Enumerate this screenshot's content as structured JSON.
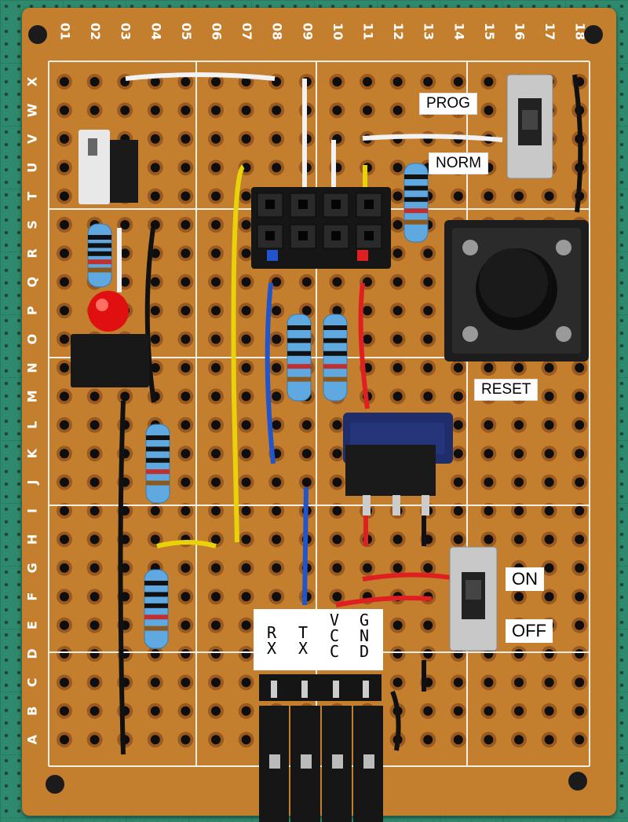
{
  "column_numbers": [
    "01",
    "02",
    "03",
    "04",
    "05",
    "06",
    "07",
    "08",
    "09",
    "10",
    "11",
    "12",
    "13",
    "14",
    "15",
    "16",
    "17",
    "18"
  ],
  "row_letters": [
    "X",
    "W",
    "V",
    "U",
    "T",
    "S",
    "R",
    "Q",
    "P",
    "O",
    "N",
    "M",
    "L",
    "K",
    "J",
    "I",
    "H",
    "G",
    "F",
    "E",
    "D",
    "C",
    "B",
    "A"
  ],
  "labels": {
    "prog": "PROG",
    "norm": "NORM",
    "reset": "RESET",
    "on": "ON",
    "off": "OFF"
  },
  "connector_pins": [
    {
      "top": "R",
      "bottom": "X"
    },
    {
      "top": "T",
      "bottom": "X"
    },
    {
      "top": "V",
      "bottom": "C",
      "extra": "C"
    },
    {
      "top": "G",
      "bottom": "N",
      "extra": "D"
    }
  ],
  "colors": {
    "board": "#c47f2e",
    "mat": "#2f8a6d",
    "wire_red": "#e02020",
    "wire_blue": "#2255cc",
    "wire_yellow": "#e8d20a",
    "wire_white": "#f2f2f2",
    "wire_black": "#111111",
    "led": "#e01010"
  }
}
